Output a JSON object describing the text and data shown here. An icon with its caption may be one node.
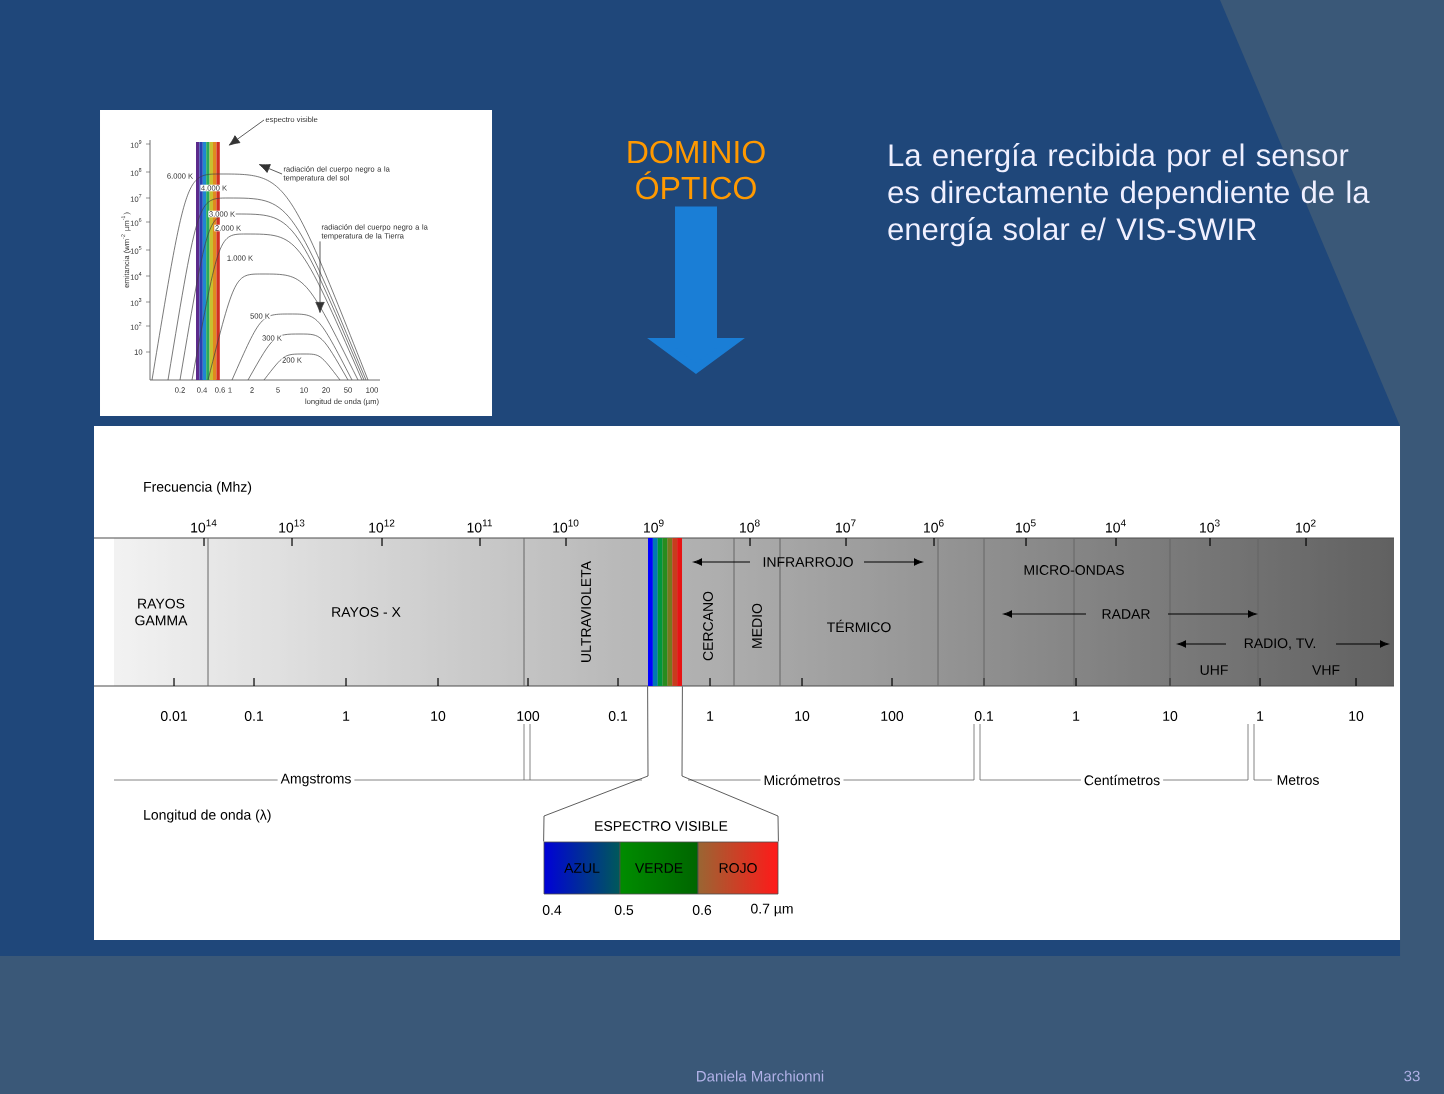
{
  "diagram": {
    "nodes": [
      {
        "text": [
          "DOMINIO ÓPTICO"
        ]
      },
      {
        "text": [
          "espectro visible"
        ]
      },
      {
        "text": [
          "radiación del cuerpo negro a la temperatura del sol"
        ]
      },
      {
        "text": [
          "radiación del cuerpo negro a la temperatura de la Tierra"
        ]
      },
      {
        "text": [
          "RAYOS GAMMA"
        ]
      },
      {
        "text": [
          "RAYOS - X"
        ]
      },
      {
        "text": [
          "ULTRAVIOLETA"
        ]
      },
      {
        "text": [
          "CERCANO"
        ]
      },
      {
        "text": [
          "MEDIO"
        ]
      },
      {
        "text": [
          "TÉRMICO"
        ]
      },
      {
        "text": [
          "UHF"
        ]
      },
      {
        "text": [
          "VHF"
        ]
      },
      {
        "text": [
          "ESPECTRO VISIBLE"
        ]
      },
      {
        "text": [
          "AZUL"
        ]
      },
      {
        "text": [
          "VERDE"
        ]
      },
      {
        "text": [
          "ROJO"
        ]
      },
      {
        "text": [],
        "shape": "bar"
      }
    ],
    "edges": [
      {
        "from": 0,
        "to": null,
        "arrow": "to",
        "style": "thick",
        "color": "#1a7ed6"
      },
      {
        "from": 1,
        "to": null,
        "arrow": "to"
      },
      {
        "from": 2,
        "to": null,
        "arrow": "to"
      },
      {
        "from": 3,
        "to": null,
        "arrow": "to"
      },
      {
        "from": 16,
        "to": 13,
        "arrow": "none"
      },
      {
        "from": 16,
        "to": 15,
        "arrow": "none"
      }
    ],
    "labels": [
      "emitancia (wm$^{-2}$ µm$^{-1}$)",
      "10$^{9}$",
      "10$^{8}$",
      "10$^{7}$",
      "10$^{6}$",
      "10$^{5}$",
      "10$^{4}$",
      "10$^{3}$",
      "10$^{2}$",
      "10",
      "6.000 K",
      "4.000 K",
      "3.000 K",
      "2.000 K",
      "1.000 K",
      "500 K",
      "300 K",
      "200 K",
      "0.2",
      "0.4",
      "0.6",
      "1",
      "2",
      "5",
      "10",
      "20",
      "50",
      "100",
      "longitud de onda (µm)",
      "La energía recibida por el sensor es directamente dependiente de la energía solar e/ VIS-SWIR",
      "Frecuencia (Mhz)",
      "10$^{14}$",
      "10$^{13}$",
      "10$^{12}$",
      "10$^{11}$",
      "10$^{10}$",
      "10$^{9}$",
      "10$^{8}$",
      "10$^{7}$",
      "10$^{6}$",
      "10$^{5}$",
      "10$^{4}$",
      "10$^{3}$",
      "10$^{2}$",
      "INFRARROJO",
      "MICRO-ONDAS",
      "RADAR",
      "RADIO, TV.",
      "0.01",
      "0.1",
      "1",
      "10",
      "100",
      "0.1",
      "1",
      "10",
      "100",
      "0.1",
      "1",
      "10",
      "1",
      "10",
      "Amgstroms",
      "Micrómetros",
      "Centímetros",
      "Metros",
      "Longitud de onda (λ)",
      "0.4",
      "0.5",
      "0.6",
      "0.7 µm",
      "Daniela Marchionni",
      "33"
    ]
  }
}
